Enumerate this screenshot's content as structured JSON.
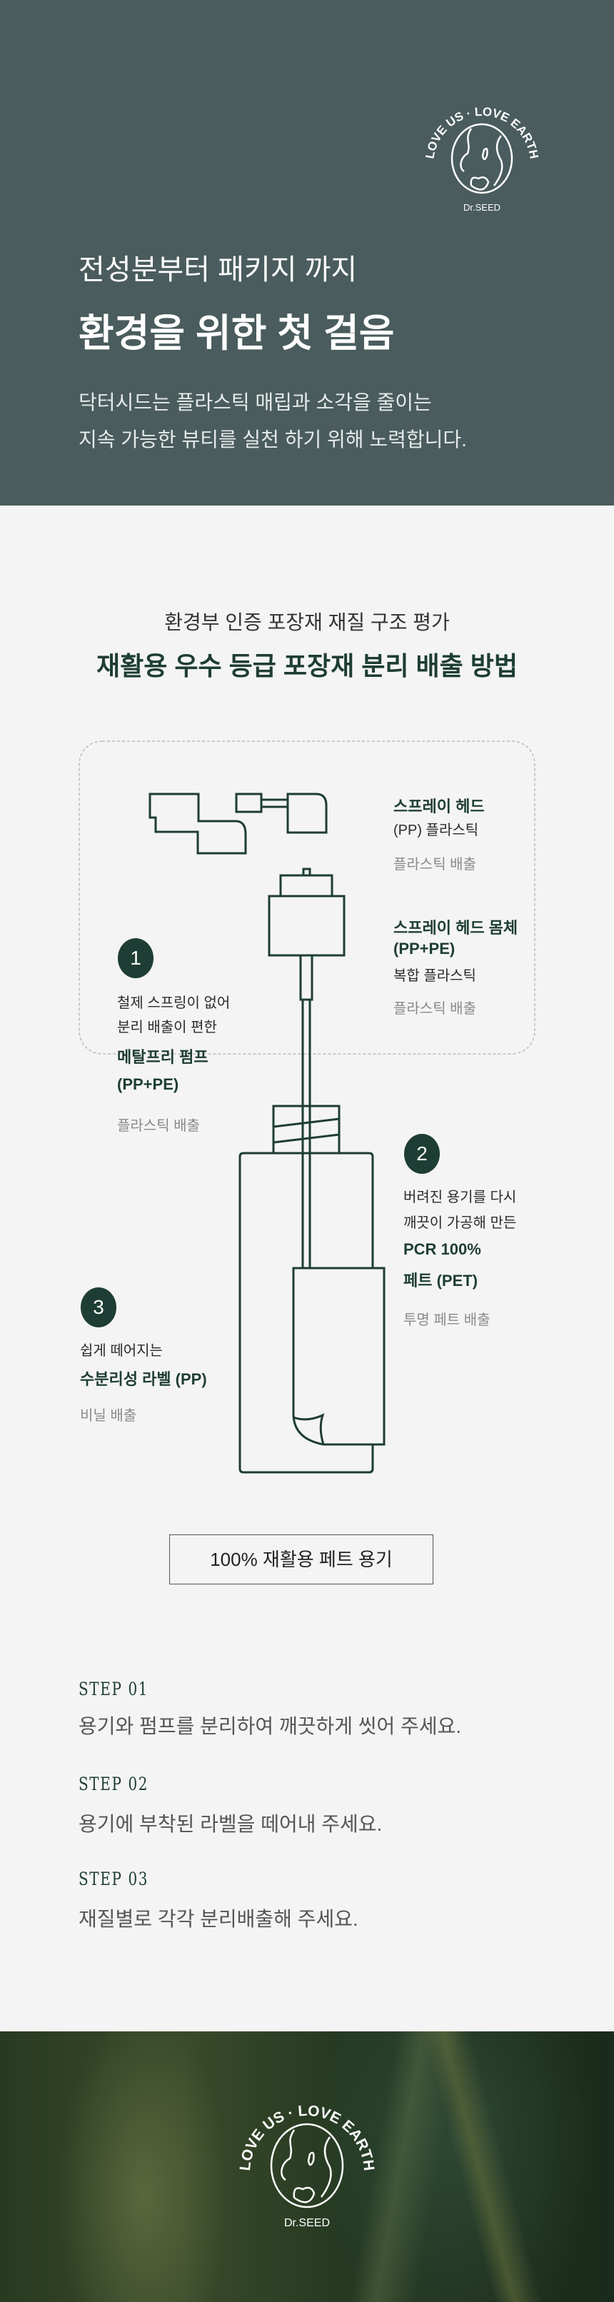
{
  "logo": {
    "ring_text": "LOVE US · LOVE EARTH",
    "brand": "Dr.SEED"
  },
  "hero": {
    "line1": "전성분부터 패키지 까지",
    "line2": "환경을 위한 첫 걸음",
    "body1": "닥터시드는 플라스틱 매립과 소각을 줄이는",
    "body2": "지속 가능한 뷰티를 실천 하기 위해 노력합니다."
  },
  "section": {
    "subtitle": "환경부 인증 포장재 재질 구조 평가",
    "title": "재활용 우수 등급 포장재 분리 배출 방법"
  },
  "parts": {
    "spray_head": {
      "name": "스프레이 헤드",
      "material": "(PP) 플라스틱",
      "disposal": "플라스틱 배출"
    },
    "spray_body": {
      "name": "스프레이 헤드 몸체",
      "material": "(PP+PE)",
      "type": "복합 플라스틱",
      "disposal": "플라스틱 배출"
    },
    "pump": {
      "number": "1",
      "desc1": "철제 스프링이 없어",
      "desc2": "분리 배출이 편한",
      "name": "메탈프리 펌프",
      "material": "(PP+PE)",
      "disposal": "플라스틱 배출"
    },
    "bottle": {
      "number": "2",
      "desc1": "버려진 용기를 다시",
      "desc2": "깨끗이 가공해 만든",
      "name1": "PCR 100%",
      "name2": "페트 (PET)",
      "disposal": "투명 페트 배출"
    },
    "label": {
      "number": "3",
      "desc1": "쉽게 떼어지는",
      "name": "수분리성 라벨 (PP)",
      "disposal": "비닐 배출"
    }
  },
  "badge": "100% 재활용 페트 용기",
  "steps": [
    {
      "label": "STEP 01",
      "text": "용기와 펌프를 분리하여 깨끗하게 씻어 주세요."
    },
    {
      "label": "STEP 02",
      "text": "용기에 부착된 라벨을 떼어내 주세요."
    },
    {
      "label": "STEP 03",
      "text": "재질별로 각각 분리배출해 주세요."
    }
  ],
  "colors": {
    "hero_bg": "#4a5c5d",
    "accent": "#1e3d34",
    "page_bg": "#f4f4f4"
  }
}
